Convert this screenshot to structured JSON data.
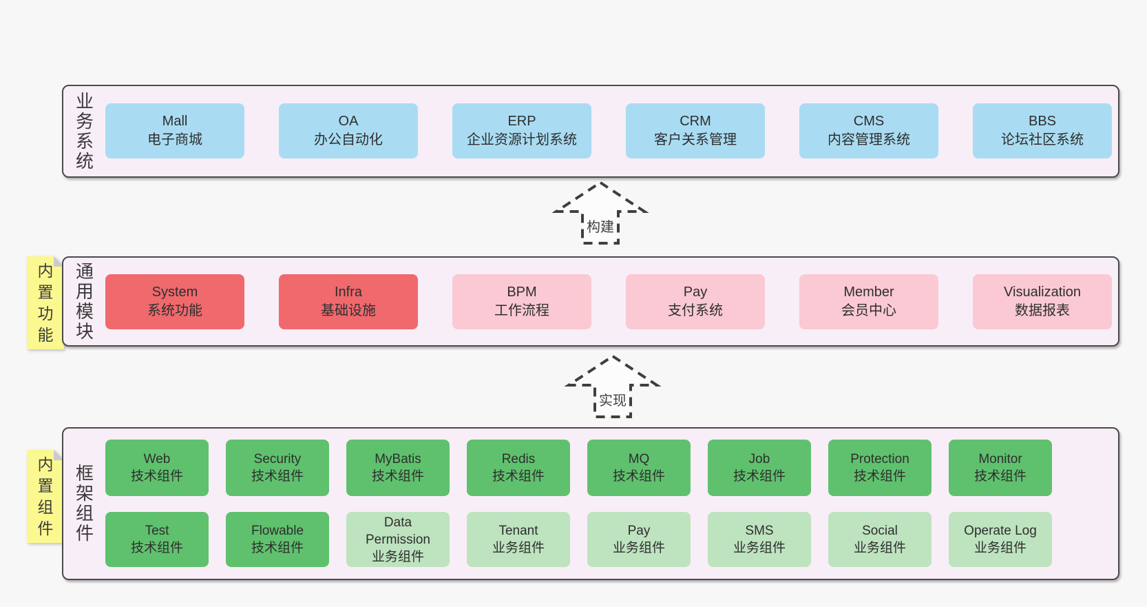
{
  "colors": {
    "c-page": "#f7f7f7",
    "c-panel": "#f8eef7",
    "c-border": "#4a4a4a",
    "c-text": "#2e2e2e",
    "c-blue": "#a9dcf2",
    "c-red": "#f0696d",
    "c-pink": "#fac9d3",
    "c-green": "#5fc16d",
    "c-lightgreen": "#bee3bf",
    "c-yellow": "#fbf890",
    "c-fold": "#c9cbcd"
  },
  "arrows": {
    "build": "构建",
    "implement": "实现"
  },
  "layers": {
    "business": {
      "label": "业务系统",
      "boxes": [
        {
          "title": "Mall",
          "subtitle": "电子商城",
          "variant": "blue"
        },
        {
          "title": "OA",
          "subtitle": "办公自动化",
          "variant": "blue"
        },
        {
          "title": "ERP",
          "subtitle": "企业资源计划系统",
          "variant": "blue"
        },
        {
          "title": "CRM",
          "subtitle": "客户关系管理",
          "variant": "blue"
        },
        {
          "title": "CMS",
          "subtitle": "内容管理系统",
          "variant": "blue"
        },
        {
          "title": "BBS",
          "subtitle": "论坛社区系统",
          "variant": "blue"
        }
      ]
    },
    "common": {
      "label": "通用模块",
      "note": "内置功能",
      "boxes": [
        {
          "title": "System",
          "subtitle": "系统功能",
          "variant": "red"
        },
        {
          "title": "Infra",
          "subtitle": "基础设施",
          "variant": "red"
        },
        {
          "title": "BPM",
          "subtitle": "工作流程",
          "variant": "pink"
        },
        {
          "title": "Pay",
          "subtitle": "支付系统",
          "variant": "pink"
        },
        {
          "title": "Member",
          "subtitle": "会员中心",
          "variant": "pink"
        },
        {
          "title": "Visualization",
          "subtitle": "数据报表",
          "variant": "pink"
        }
      ]
    },
    "framework": {
      "label": "框架组件",
      "note": "内置组件",
      "row1": [
        {
          "title": "Web",
          "subtitle": "技术组件",
          "variant": "green"
        },
        {
          "title": "Security",
          "subtitle": "技术组件",
          "variant": "green"
        },
        {
          "title": "MyBatis",
          "subtitle": "技术组件",
          "variant": "green"
        },
        {
          "title": "Redis",
          "subtitle": "技术组件",
          "variant": "green"
        },
        {
          "title": "MQ",
          "subtitle": "技术组件",
          "variant": "green"
        },
        {
          "title": "Job",
          "subtitle": "技术组件",
          "variant": "green"
        },
        {
          "title": "Protection",
          "subtitle": "技术组件",
          "variant": "green"
        },
        {
          "title": "Monitor",
          "subtitle": "技术组件",
          "variant": "green"
        }
      ],
      "row2": [
        {
          "title": "Test",
          "subtitle": "技术组件",
          "variant": "green"
        },
        {
          "title": "Flowable",
          "subtitle": "技术组件",
          "variant": "green"
        },
        {
          "title": "Data Permission",
          "subtitle": "业务组件",
          "variant": "lightgreen"
        },
        {
          "title": "Tenant",
          "subtitle": "业务组件",
          "variant": "lightgreen"
        },
        {
          "title": "Pay",
          "subtitle": "业务组件",
          "variant": "lightgreen"
        },
        {
          "title": "SMS",
          "subtitle": "业务组件",
          "variant": "lightgreen"
        },
        {
          "title": "Social",
          "subtitle": "业务组件",
          "variant": "lightgreen"
        },
        {
          "title": "Operate Log",
          "subtitle": "业务组件",
          "variant": "lightgreen"
        }
      ]
    }
  }
}
